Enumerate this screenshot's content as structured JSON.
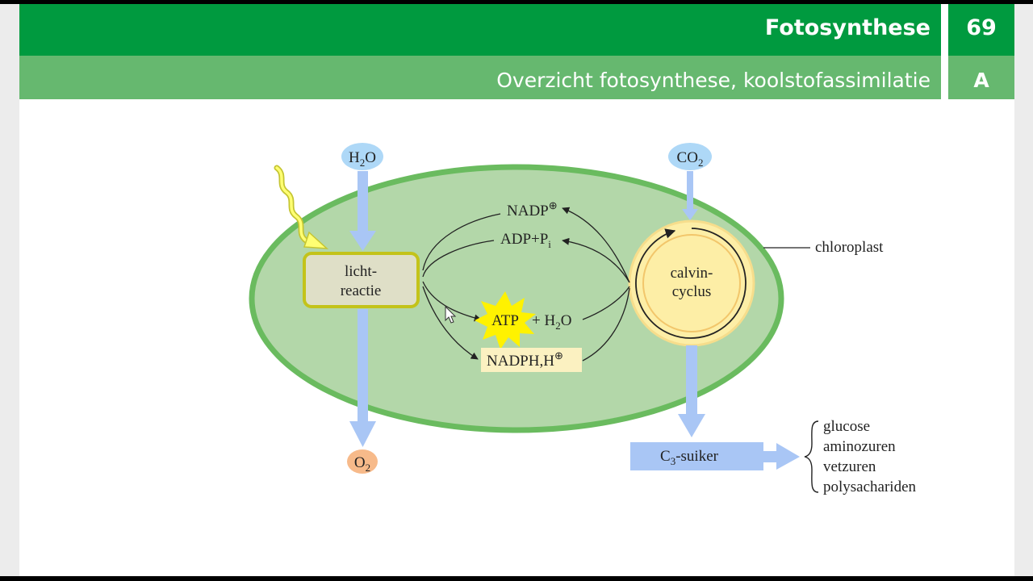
{
  "header": {
    "title": "Fotosynthese",
    "page_number": "69",
    "subtitle": "Overzicht fotosynthese, koolstofassimilatie",
    "section": "A"
  },
  "diagram": {
    "water_in": {
      "main": "H",
      "sub": "2",
      "tail": "O"
    },
    "co2_in": {
      "main": "CO",
      "sub": "2"
    },
    "oxygen_out": {
      "main": "O",
      "sub": "2"
    },
    "light_reaction": {
      "line1": "licht-",
      "line2": "reactie"
    },
    "calvin_cycle": {
      "line1": "calvin-",
      "line2": "cyclus"
    },
    "nadp": {
      "main": "NADP",
      "sup": "⊕"
    },
    "adp": {
      "main": "ADP+P",
      "sub": "i"
    },
    "atp": "ATP",
    "water_product": {
      "main": "+ H",
      "sub": "2",
      "tail": "O"
    },
    "nadph": {
      "main": "NADPH,H",
      "sup": "⊕"
    },
    "chloroplast_label": "chloroplast",
    "sugar": {
      "main": "C",
      "sub": "3",
      "tail": "-suiker"
    },
    "products": [
      "glucose",
      "aminozuren",
      "vetzuren",
      "polysachariden"
    ]
  },
  "colors": {
    "header_dark_green": "#009a3f",
    "header_light_green": "#66b86f",
    "chloroplast_fill": "#b3d7a9",
    "chloroplast_border": "#6abb5f",
    "flow_arrow_blue": "#a9c6f5",
    "molecule_blue": "#aed8f7",
    "oxygen_orange": "#f7ba8a",
    "atp_yellow": "#fff200",
    "cycle_cream": "#fdeea6",
    "nadph_box": "#fbf1c1"
  }
}
